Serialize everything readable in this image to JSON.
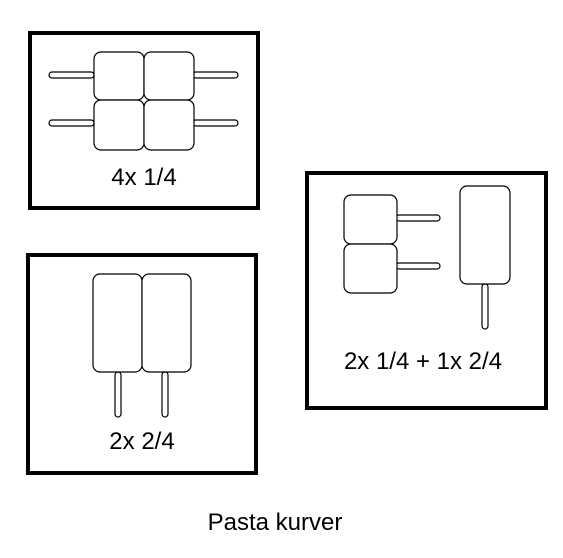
{
  "panels": {
    "four_quarter": {
      "label": "4x 1/4"
    },
    "two_half": {
      "label": "2x 2/4"
    },
    "mixed": {
      "label": "2x 1/4 + 1x 2/4"
    }
  },
  "caption": "Pasta kurver",
  "colors": {
    "stroke": "#000000",
    "background": "#ffffff"
  }
}
